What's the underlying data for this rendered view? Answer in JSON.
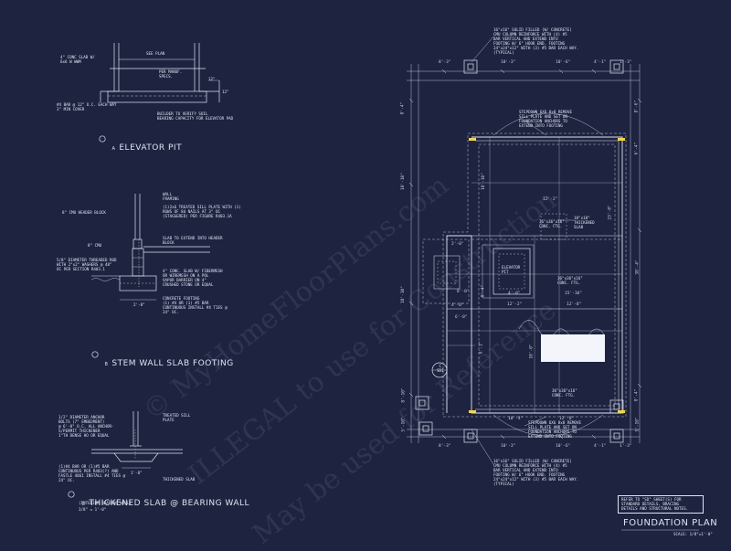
{
  "elevator_pit": {
    "title": "ELEVATOR PIT",
    "marker": "A",
    "labels": {
      "slab": "4\" CONC SLAB W/\n6x6 W WWM",
      "see_plan": "SEE PLAN",
      "per_manuf": "PER MANUF.\nSPECS.",
      "dim_12a": "12\"",
      "dim_12b": "12\"",
      "bar": "#4 BAR @ 12\" O.C. EACH WAY\n3\" MIN COVER",
      "builder": "BUILDER TO VERIFY SOIL\nBEARING CAPACITY FOR ELEVATOR PAD"
    }
  },
  "stem_wall": {
    "title": "STEM WALL SLAB FOOTING",
    "marker": "B",
    "labels": {
      "wall": "WALL\nFRAMING",
      "sill_plate": "(1)2x6 TREATED SILL PLATE WITH (1)\nROWS OF 8d NAILS AT 3\" OC\n(STAGGERED) PER FIGURE R403.1A",
      "header_block": "8\" CMU HEADER BLOCK",
      "cmu": "8\" CMU",
      "anchor": "5/8\" DIAMETER THREADED ROD\nWITH 2\"x2\" WASHERS @ 48\"\nOC PER SECTION R403.1",
      "slab_extend": "SLAB TO EXTEND INTO HEADER\nBLOCK",
      "conc_slab": "4\" CONC. SLAB W/ FIBERMESH\nOR WIREMESH ON A POL\nVAPOR BARRIER ON 4\"\nCRUSHED STONE OR EQUAL",
      "footing": "CONCRETE FOOTING\n(1) #4 OR (1) #5 BAR\nCONTINUOUS INSTALL #4 TIES @\n24\" OC.",
      "dim_24": "2'-8\""
    }
  },
  "thickened_slab": {
    "title": "THICKENED SLAB @ BEARING WALL",
    "marker": "C",
    "subtitle": "(INTERIOR BEARING WALL)",
    "scale": "3/8\" = 1'-0\"",
    "labels": {
      "anchor": "1/2\" DIAMETER ANCHOR\nBOLTS (7\" EMBEDMENT)\n@ 6'-0\" O.C. ALL ANCHOR-\nS/PERMIT THICKENER\n1\"TH DENSE HO OR EQUAL",
      "sill": "TREATED SILL\nPLATE",
      "bar": "(1)#4 BAR OR (1)#5 BAR\nCONTINUOUS PER R403(?) AND\nFASTLE 4861 INSTALL #4 TIES @\n24\" OC.",
      "thickened": "THICKENED SLAB",
      "dim": "1'-8\""
    }
  },
  "foundation_plan": {
    "title": "FOUNDATION PLAN",
    "scale": "SCALE: 1/8\"=1'-0\"",
    "note_top": "16\"x16\" SOLID FILLED (W/ CONCRETE)\nCMU COLUMN REINFORCE WITH (4) #5\nBAR VERTICAL AND EXTEND INTO\nFOOTING W/ 6\" HOOK END. FOOTING\n24\"x24\"x12\" WITH (3) #5 BAR EACH WAY.\n(TYPICAL)",
    "note_bottom": "16\"x16\" SOLID FILLED (W/ CONCRETE)\nCMU COLUMN REINFORCE WITH (4) #5\nBAR VERTICAL AND EXTEND INTO\nFOOTING W/ 6\" HOOK END. FOOTING\n24\"x24\"x12\" WITH (3) #5 BAR EACH WAY.\n(TYPICAL)",
    "stem_upper": "STEPDOWN 6X6 8x8 REMOVE\nSILL PLATE AND SET ON\nFOUNDATION ANCHORS TO\nEXTEND INTO FOOTING",
    "stem_lower": "STEPDOWN 6X6 8x8 REMOVE\nSILL PLATE AND SET ON\nFOUNDATION ANCHORS TO\nEXTEND INTO FOOTING",
    "elevator": "ELEVATOR\nPIT",
    "conc_ftg_a": "36\"x36\"x16\"\nCONC. FTG.",
    "conc_ftg_b": "36\"x36\"x16\"\nCONC. FTG.",
    "conc_ftg_c": "36\"x36\"x16\"\nCONC. FTG.",
    "thickened_slab": "18\"x18\"\nTHICKENED\nSLAB",
    "refer_note": "REFER TO \"SD\" SHEET(S) FOR\nSTANDARD DETAILS, BRACING\nDETAILS AND STRUCTURAL NOTES.",
    "detail_marker": "C\nSD1",
    "dims_top": [
      "8'-3\"",
      "10'-3\"",
      "10'-6\"",
      "4'-1\"",
      "1'-3\""
    ],
    "dims_bottom": [
      "8'-3\"",
      "10'-3\"",
      "10'-6\"",
      "4'-1\"",
      "1'-3\""
    ],
    "dims_left": [
      "8'-4\"",
      "18'-10\"",
      "18'-10\"",
      "8'-10\"",
      "5'-10\""
    ],
    "dims_right": [
      "8'-6\"",
      "6'-4\"",
      "38'-4\"",
      "8'-4\"",
      "5'-10\""
    ],
    "dims_interior": [
      "18'-10\"",
      "23'-8\"",
      "12'-2\"",
      "15'-10\"",
      "4'-0\"",
      "12'-2\"",
      "8'-4\"",
      "2'-0\"",
      "8'-0\"",
      "4'-0\"",
      "6'-0\"",
      "12'-8\"",
      "6'-1\"",
      "10'-0\"",
      "10'-4\"",
      "12'-8\""
    ]
  },
  "watermark": {
    "line1": "© MyHomeFloorPlans.com",
    "line2": "ILLEGAL to use for Construction",
    "line3": "May be used for Reference"
  }
}
